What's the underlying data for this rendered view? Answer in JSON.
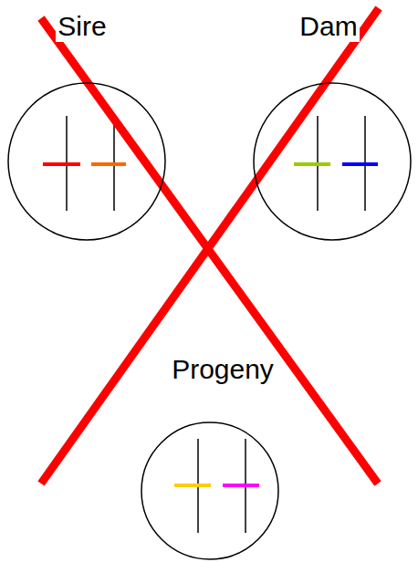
{
  "diagram": {
    "nodes": [
      {
        "text": [
          "Sire"
        ]
      },
      {
        "text": [
          "Dam"
        ]
      },
      {
        "text": [
          "Progeny"
        ]
      }
    ]
  }
}
